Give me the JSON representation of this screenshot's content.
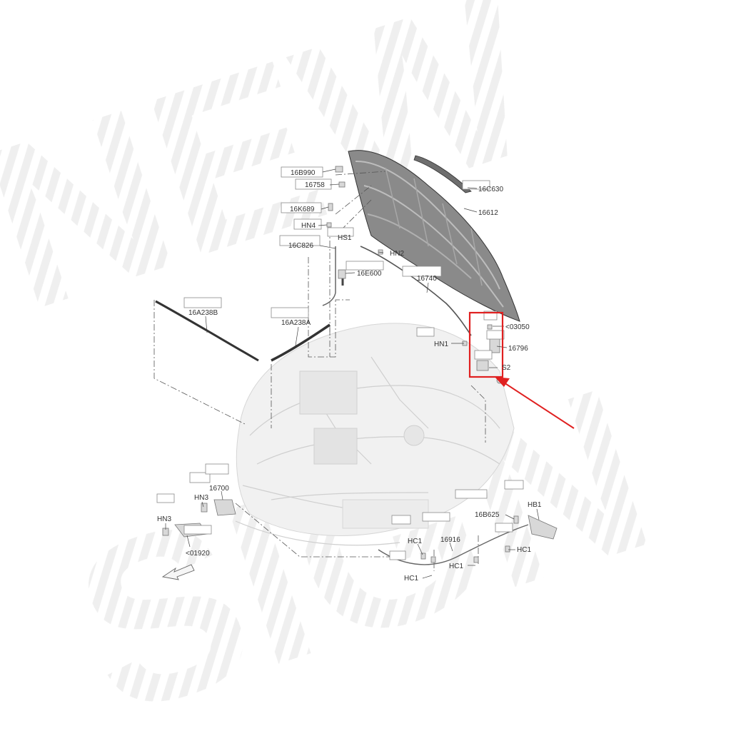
{
  "watermark": {
    "text": "NEW SIGN"
  },
  "highlight": {
    "color": "#e02020"
  },
  "labels": {
    "l16B990": "16B990",
    "l16758": "16758",
    "l16K689": "16K689",
    "lHN4": "HN4",
    "l16C826": "16C826",
    "lHS1": "HS1",
    "lHN2": "HN2",
    "l16C630": "16C630",
    "l16612": "16612",
    "l16E600": "16E600",
    "l16740": "16740",
    "l16A238B": "16A238B",
    "l16A238A": "16A238A",
    "l03050": "<03050",
    "lHN1": "HN1",
    "l16796": "16796",
    "lS2": "S2",
    "lHN3a": "HN3",
    "l16700": "16700",
    "lHN3b": "HN3",
    "l01920": "<01920",
    "l16B625": "16B625",
    "lHB1": "HB1",
    "lHC1a": "HC1",
    "l16916": "16916",
    "lHC1b": "HC1",
    "lHC1c": "HC1",
    "lHC1d": "HC1"
  }
}
